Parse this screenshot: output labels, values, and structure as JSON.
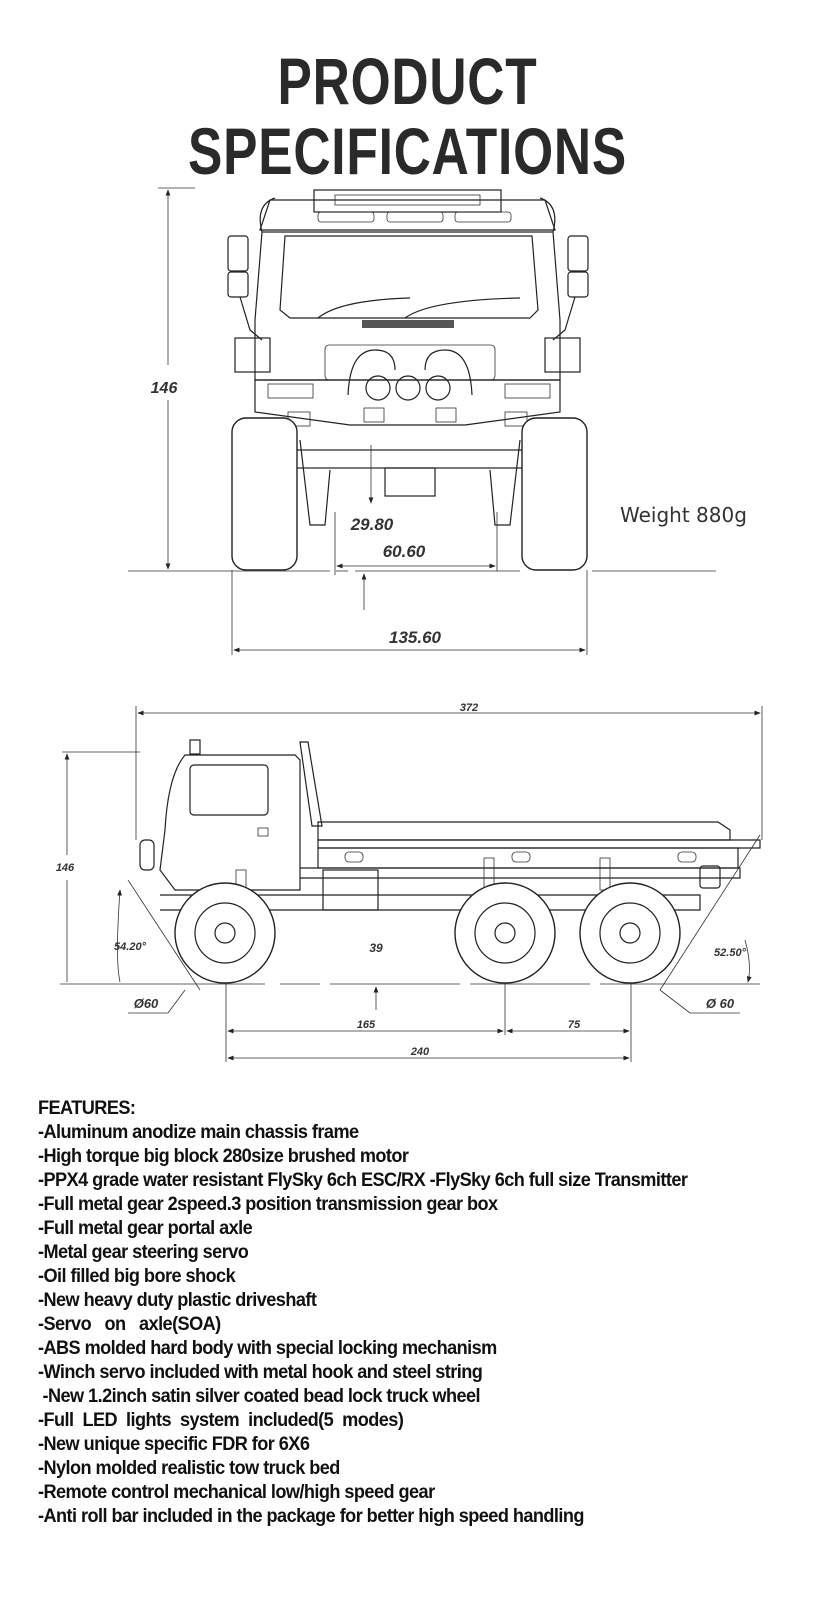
{
  "title": "PRODUCT SPECIFICATIONS",
  "front_view": {
    "height_label": "146",
    "ground_clearance_label": "29.80",
    "inner_width_label": "60.60",
    "overall_width_label": "135.60",
    "weight_label": "Weight  880g"
  },
  "side_view": {
    "length_label": "372",
    "height_label": "146",
    "approach_angle_label": "54.20°",
    "departure_angle_label": "52.50°",
    "clearance_label": "39",
    "front_wheel_diameter_label": "Ø60",
    "rear_wheel_diameter_label": "Ø 60",
    "front_wheelbase_label": "165",
    "rear_axle_spacing_label": "75",
    "total_wheelbase_label": "240"
  },
  "features": {
    "heading": "FEATURES:",
    "items": [
      "-Aluminum anodize main chassis frame",
      "-High torque big block 280size brushed motor",
      "-PPX4 grade water resistant FlySky 6ch ESC/RX -FlySky 6ch full size Transmitter",
      "-Full metal gear 2speed.3 position transmission gear box",
      "-Full metal gear portal axle",
      "-Metal gear steering servo",
      "-Oil filled big bore shock",
      "-New heavy duty plastic driveshaft",
      "-Servo   on   axle(SOA)",
      "-ABS molded hard body with special locking mechanism",
      "-Winch servo included with metal hook and steel string",
      " -New 1.2inch satin silver coated bead lock truck wheel",
      "-Full  LED  lights  system  included(5  modes)",
      "-New unique specific FDR for 6X6",
      "-Nylon molded realistic tow truck bed",
      "-Remote control mechanical low/high speed gear",
      "-Anti roll bar included in the package for better high speed handling"
    ]
  }
}
